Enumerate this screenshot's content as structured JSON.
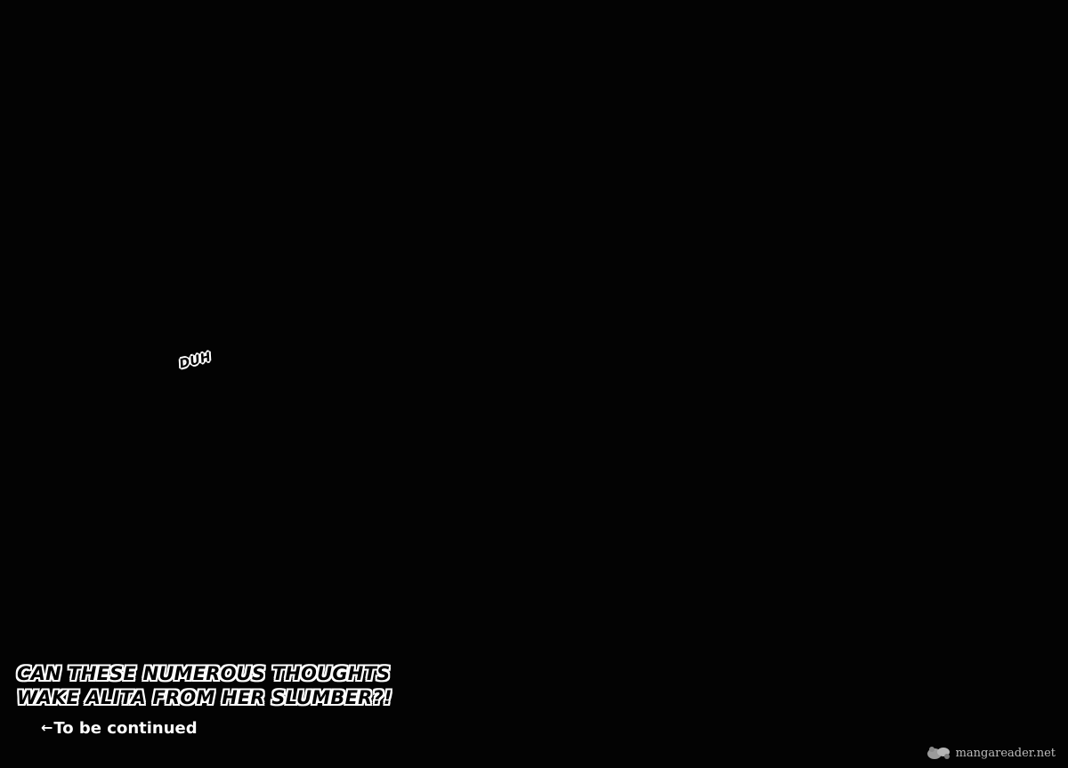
{
  "sfx": {
    "text": "DUH"
  },
  "caption": {
    "line1": "CAN THESE NUMEROUS THOUGHTS",
    "line2": "WAKE ALITA FROM HER SLUMBER?!"
  },
  "footer": {
    "arrow": "←",
    "continued": "To be continued"
  },
  "watermark": {
    "text": "mangareader.net",
    "logo_icon": "mangareader-logo-icon"
  },
  "colors": {
    "background": "#030303",
    "lettering": "#ffffff",
    "watermark": "#bdbdbd"
  }
}
